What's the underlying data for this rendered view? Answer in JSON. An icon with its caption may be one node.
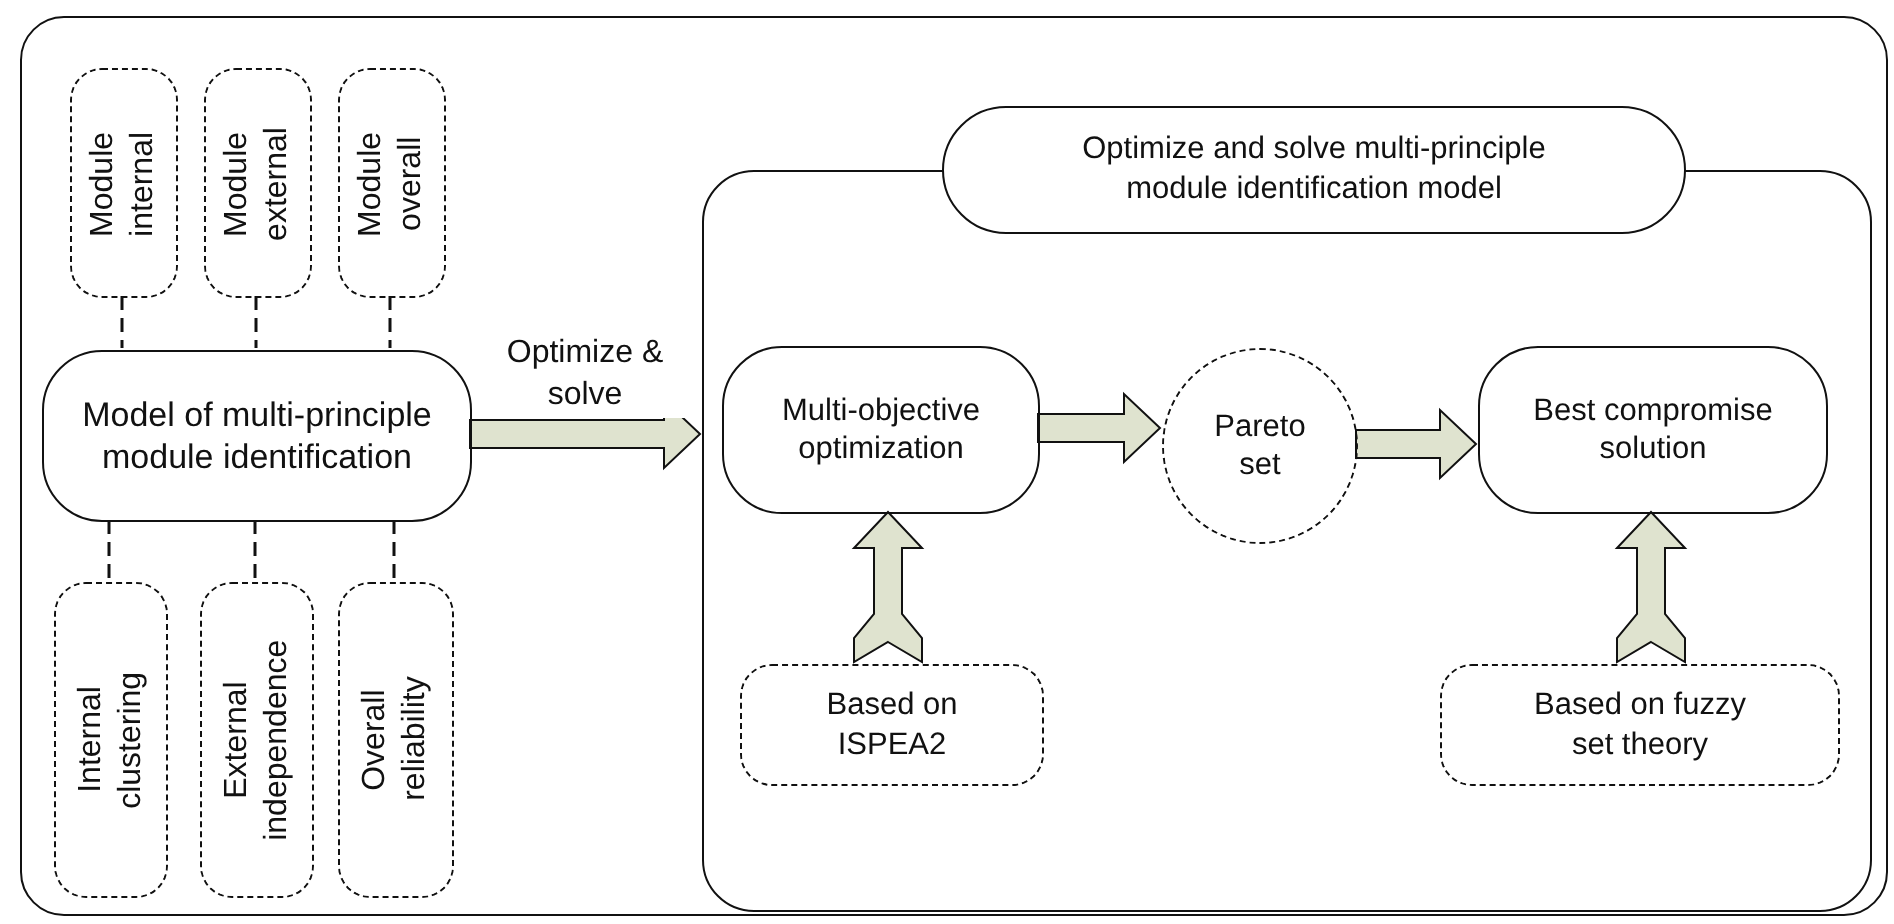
{
  "diagram": {
    "nodes": [
      {
        "text": [],
        "shape": "box"
      },
      {
        "text": [
          "Module internal"
        ],
        "in": 0
      },
      {
        "text": [
          "Module external"
        ],
        "in": 0
      },
      {
        "text": [
          "Module overall"
        ],
        "in": 0
      },
      {
        "text": [
          "Model of multi-principle module identification"
        ],
        "in": 0
      },
      {
        "text": [
          "Internal clustering"
        ],
        "in": 0
      },
      {
        "text": [
          "External independence"
        ],
        "in": 0
      },
      {
        "text": [
          "Overall reliability"
        ],
        "in": 0
      },
      {
        "text": [
          "Optimize and solve multi-principle module identification model"
        ],
        "in": 0
      },
      {
        "text": [
          "Multi-objective optimization"
        ],
        "in": 8
      },
      {
        "text": [
          "Pareto set"
        ],
        "in": 8
      },
      {
        "text": [
          "Best compromise solution"
        ],
        "in": 8
      },
      {
        "text": [
          "Based on ISPEA2"
        ],
        "in": 8
      },
      {
        "text": [
          "Based on fuzzy set theory"
        ],
        "in": 8
      }
    ],
    "edges": [
      {
        "from": 1,
        "to": 4,
        "arrow": "none",
        "style": "dashed"
      },
      {
        "from": 2,
        "to": 4,
        "arrow": "none",
        "style": "dashed"
      },
      {
        "from": 3,
        "to": 4,
        "arrow": "none",
        "style": "dashed"
      },
      {
        "from": 4,
        "to": 5,
        "arrow": "none",
        "style": "dashed"
      },
      {
        "from": 4,
        "to": 6,
        "arrow": "none",
        "style": "dashed"
      },
      {
        "from": 4,
        "to": 7,
        "arrow": "none",
        "style": "dashed"
      },
      {
        "from": 4,
        "to": 8,
        "arrow": "to",
        "style": "thick",
        "label": "Optimize & solve"
      },
      {
        "from": 9,
        "to": 10,
        "arrow": "to",
        "style": "thick"
      },
      {
        "from": 10,
        "to": 11,
        "arrow": "to",
        "style": "thick"
      },
      {
        "from": 12,
        "to": 9,
        "arrow": "to",
        "style": "thick"
      },
      {
        "from": 13,
        "to": 11,
        "arrow": "to",
        "style": "thick"
      }
    ]
  }
}
